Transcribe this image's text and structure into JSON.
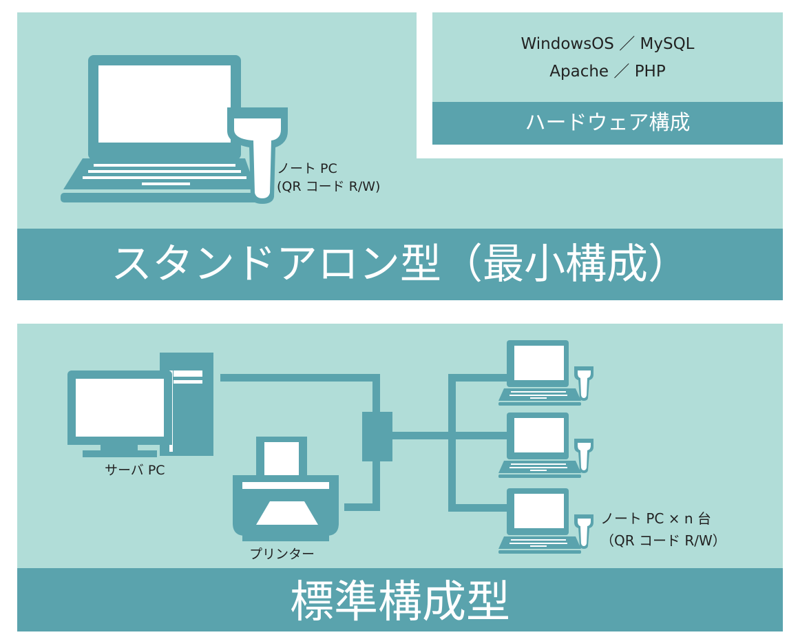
{
  "top": {
    "software_line1": "WindowsOS ／ MySQL",
    "software_line2": "Apache ／ PHP",
    "hardware_label": "ハードウェア構成",
    "laptop_label_line1": "ノート PC",
    "laptop_label_line2": "(QR コード R/W)",
    "title": "スタンドアロン型（最小構成）"
  },
  "bottom": {
    "server_label": "サーバ PC",
    "printer_label": "プリンター",
    "clients_label_line1": "ノート PC × n 台",
    "clients_label_line2": "（QR コード R/W）",
    "title": "標準構成型"
  },
  "colors": {
    "panel": "#b1ddd8",
    "accent": "#5aa3ad",
    "white": "#ffffff"
  }
}
